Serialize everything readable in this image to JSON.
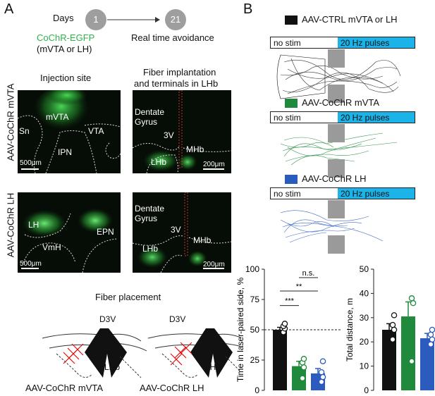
{
  "panel_a": {
    "letter": "A",
    "timeline": {
      "days_label": "Days",
      "day_start": "1",
      "day_end": "21",
      "virus_label": "CoChR-EGFP",
      "virus_region": "(mVTA or LH)",
      "test_label": "Real time avoidance",
      "virus_color": "#2db34a"
    },
    "col_titles": {
      "injection": "Injection site",
      "fiber_line1": "Fiber implantation",
      "fiber_line2": "and terminals in LHb"
    },
    "row_labels": {
      "mvta": "AAV-CoChR mVTA",
      "lh": "AAV-CoChR LH"
    },
    "images": {
      "mvta_injection": {
        "labels": [
          "mVTA",
          "Sn",
          "VTA",
          "IPN"
        ],
        "scale": "500μm"
      },
      "mvta_fiber": {
        "labels": [
          "Dentate",
          "Gyrus",
          "3V",
          "MHb",
          "LHb"
        ],
        "scale": "200μm"
      },
      "lh_injection": {
        "labels": [
          "LH",
          "EPN",
          "VmH"
        ],
        "scale": "500μm"
      },
      "lh_fiber": {
        "labels": [
          "Dentate",
          "Gyrus",
          "3V",
          "MHb",
          "LHb"
        ],
        "scale": "200μm"
      }
    },
    "fiber_placement": {
      "title": "Fiber placement",
      "left": {
        "d3v": "D3V",
        "lhb": "LHb",
        "caption": "AAV-CoChR mVTA"
      },
      "right": {
        "d3v": "D3V",
        "lhb": "LHb",
        "caption": "AAV-CoChR LH"
      }
    }
  },
  "panel_b": {
    "letter": "B",
    "groups": [
      {
        "name": "AAV-CTRL mVTA or LH",
        "color": "#111111"
      },
      {
        "name": "AAV-CoChR mVTA",
        "color": "#1f8a3c"
      },
      {
        "name": "AAV-CoChR LH",
        "color": "#2a5bbd"
      }
    ],
    "no_stim_label": "no stim",
    "stim_label": "20 Hz pulses",
    "stim_color": "#1bb3e8"
  },
  "chart_data": [
    {
      "type": "bar",
      "ylabel": "Time in laser-paired side, %",
      "ylim": [
        0,
        100
      ],
      "yticks": [
        "0",
        "25",
        "50",
        "75",
        "100"
      ],
      "reference_line": 50,
      "categories": [
        "AAV-CTRL mVTA or LH",
        "AAV-CoChR mVTA",
        "AAV-CoChR LH"
      ],
      "values": [
        50,
        20,
        14
      ],
      "errors": [
        2,
        4,
        4
      ],
      "colors": [
        "#111111",
        "#1f8a3c",
        "#2a5bbd"
      ],
      "points": [
        [
          48,
          51,
          53,
          55
        ],
        [
          10,
          19,
          23,
          26
        ],
        [
          7,
          11,
          15,
          24
        ]
      ],
      "significance": [
        {
          "label": "***",
          "from": 0,
          "to": 1
        },
        {
          "label": "**",
          "from": 0,
          "to": 2
        },
        {
          "label": "n.s.",
          "from": 1,
          "to": 2
        }
      ]
    },
    {
      "type": "bar",
      "ylabel": "Total distance, m",
      "ylim": [
        0,
        50
      ],
      "yticks": [
        "0",
        "10",
        "20",
        "30",
        "40",
        "50"
      ],
      "categories": [
        "AAV-CTRL mVTA or LH",
        "AAV-CoChR mVTA",
        "AAV-CoChR LH"
      ],
      "values": [
        25,
        30.5,
        21.5
      ],
      "errors": [
        2.5,
        6,
        2
      ],
      "colors": [
        "#111111",
        "#1f8a3c",
        "#2a5bbd"
      ],
      "points": [
        [
          21,
          25,
          27,
          31
        ],
        [
          12,
          36,
          38
        ],
        [
          19,
          21,
          23,
          25
        ]
      ]
    }
  ]
}
